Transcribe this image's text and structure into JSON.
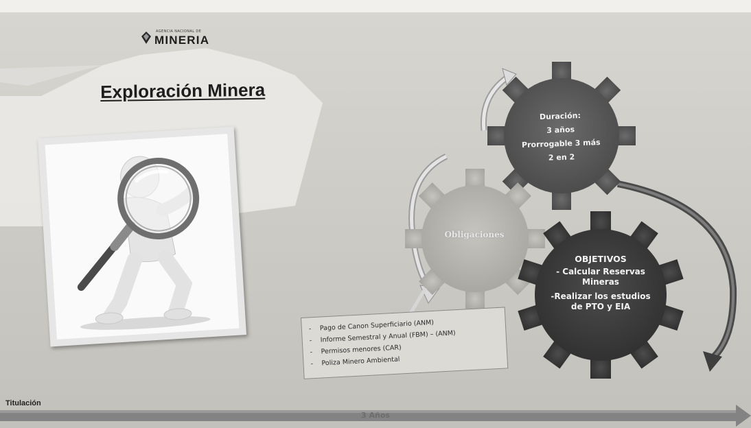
{
  "logo": {
    "small_text": "AGENCIA NACIONAL DE",
    "main_text": "MINERIA"
  },
  "title": "Exploración Minera",
  "gears": {
    "duracion": [
      "Duración:",
      "3 años",
      "Prorrogable 3 más",
      "2 en 2"
    ],
    "obligaciones": "Obligaciones",
    "objetivos": {
      "title": "OBJETIVOS",
      "items": [
        "- Calcular Reservas Mineras",
        "-Realizar los estudios de PTO y EIA"
      ]
    }
  },
  "obligations_list": [
    "Pago de Canon Superficiario (ANM)",
    "Informe Semestral y Anual (FBM) – (ANM)",
    "Permisos menores (CAR)",
    "Poliza Minero Ambiental"
  ],
  "timeline": {
    "label": "Titulación",
    "duration": "3 Años"
  },
  "colors": {
    "gear_dark": "#5c5c5c",
    "gear_darker": "#3f3f3f",
    "gear_light": "#b5b3ae",
    "timeline_bar": "#838383"
  }
}
